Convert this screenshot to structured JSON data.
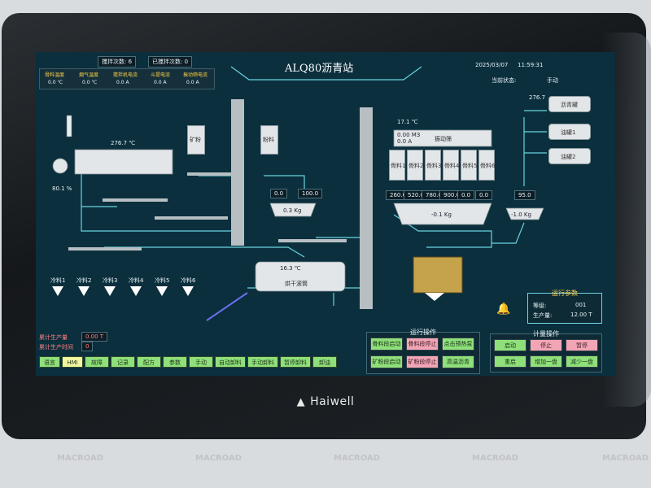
{
  "header": {
    "mix_count_label": "搅拌次数:",
    "mix_count_value": "6",
    "done_count_label": "已搅拌次数:",
    "done_count_value": "0",
    "title": "ALQ80沥青站",
    "date": "2025/03/07",
    "time": "11:59:31",
    "status_label": "当前状态:",
    "status_value": "手动"
  },
  "params": [
    {
      "label": "骨料温度",
      "value": "0.0 ℃"
    },
    {
      "label": "烟气温度",
      "value": "0.0 ℃"
    },
    {
      "label": "搅拌机电流",
      "value": "0.0 A"
    },
    {
      "label": "斗提电流",
      "value": "0.0 A"
    },
    {
      "label": "振动筛电流",
      "value": "0.0 A"
    }
  ],
  "plant": {
    "dryer_temp": "276.7 ℃",
    "burner_pct": "80.1 %",
    "mineral_bin_label": "矿粉",
    "powder_bin_label": "粉料",
    "bin_a_value": "0.0",
    "bin_b_value": "100.0",
    "scale_left": "0.3 Kg",
    "screen_temp": "17.1 ℃",
    "screen_values": [
      "0.00 M3",
      "0.0 A"
    ],
    "screen_label": "振动筛",
    "hot_bins": [
      "骨料1",
      "骨料2",
      "骨料3",
      "骨料4",
      "骨料5",
      "骨料6"
    ],
    "hot_values": [
      "260.0",
      "520.0",
      "780.0",
      "900.0",
      "0.0",
      "0.0"
    ],
    "scale_mid": "-0.1 Kg",
    "bitumen_temp": "276.7",
    "tanks": [
      "沥青罐",
      "油罐1",
      "油罐2"
    ],
    "bitumen_value": "95.0",
    "scale_right": "-1.0 Kg",
    "drum_temp": "16.3 ℃",
    "drum_label": "烘干滚筒",
    "cold_bins": [
      "冷料1",
      "冷料2",
      "冷料3",
      "冷料4",
      "冷料5",
      "冷料6"
    ]
  },
  "totals": {
    "production_label": "累计生产量",
    "production_value": "0.00 T",
    "time_label": "累计生产时间",
    "time_value": "0"
  },
  "run_ops": {
    "title": "运行操作",
    "buttons": [
      "骨料段启动",
      "骨料段停止",
      "点击预热泵",
      "矿粉段启动",
      "矿粉段停止",
      "高温沥青"
    ]
  },
  "run_params": {
    "title": "运行参数",
    "grade_label": "等级:",
    "grade_value": "001",
    "output_label": "生产量:",
    "output_value": "12.00 T"
  },
  "metering": {
    "title": "计量操作",
    "buttons": [
      "启动",
      "停止",
      "暂停",
      "重启",
      "增加一盘",
      "减少一盘"
    ]
  },
  "nav": [
    "语言",
    "HMI",
    "故障",
    "记录",
    "配方",
    "参数",
    "手动",
    "自动卸料",
    "手动卸料",
    "暂停卸料",
    "卸油"
  ],
  "bezel": {
    "brand": "Haiwell",
    "watermark": "MACROAD"
  },
  "colors": {
    "screen_bg": "#0b2f3d",
    "pipe": "#69d3e0",
    "button_green": "#8fe07a",
    "button_pink": "#f2a5b6",
    "param_header": "#ffd24a"
  }
}
